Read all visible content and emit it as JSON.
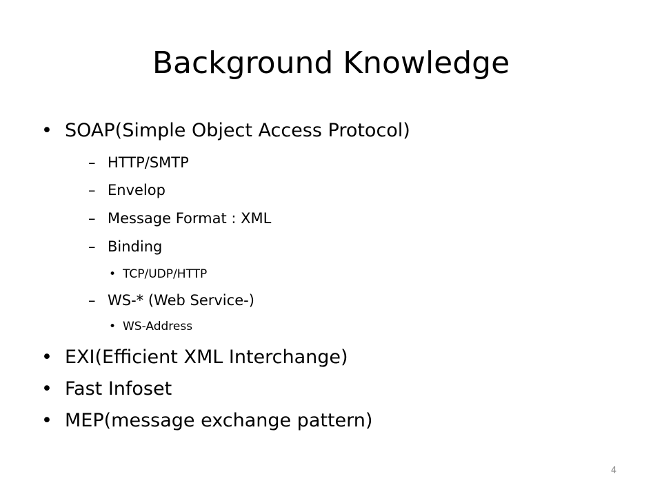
{
  "slide": {
    "title": "Background Knowledge",
    "bullet_marker": "•",
    "dash_marker": "–",
    "items": [
      {
        "level": 1,
        "text": "SOAP(Simple Object Access Protocol)"
      },
      {
        "level": 2,
        "text": "HTTP/SMTP"
      },
      {
        "level": 2,
        "text": "Envelop"
      },
      {
        "level": 2,
        "text": "Message Format : XML"
      },
      {
        "level": 2,
        "text": "Binding"
      },
      {
        "level": 3,
        "text": "TCP/UDP/HTTP"
      },
      {
        "level": 2,
        "text": "WS-* (Web Service-)"
      },
      {
        "level": 3,
        "text": "WS-Address"
      },
      {
        "level": 1,
        "text": "EXI(Efficient XML Interchange)"
      },
      {
        "level": 1,
        "text": "Fast Infoset"
      },
      {
        "level": 1,
        "text": "MEP(message exchange pattern)"
      }
    ],
    "page_number": "4"
  }
}
